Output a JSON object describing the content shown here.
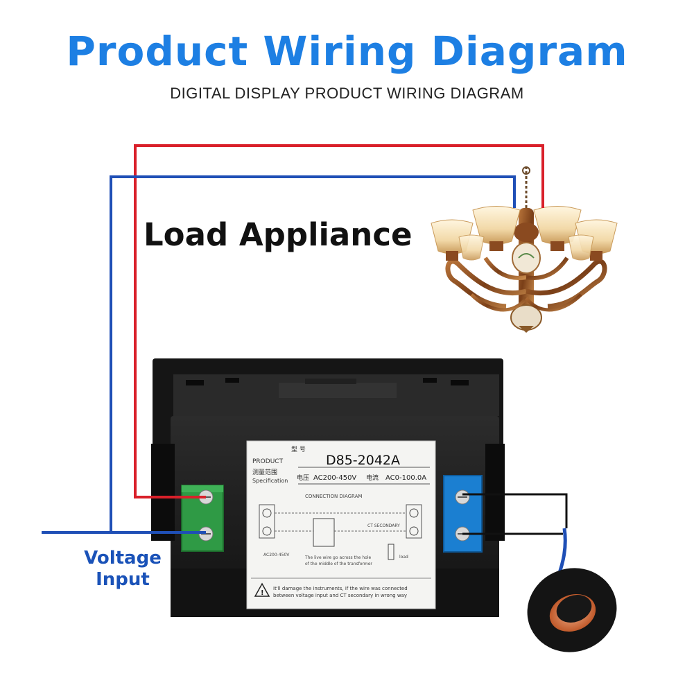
{
  "header": {
    "title": "Product Wiring Diagram",
    "subtitle": "DIGITAL DISPLAY PRODUCT WIRING DIAGRAM"
  },
  "labels": {
    "load_appliance": "Load Appliance",
    "voltage_input_line1": "Voltage",
    "voltage_input_line2": "Input"
  },
  "meter_sticker": {
    "model_cn": "型    号",
    "product_label": "PRODUCT",
    "model": "D85-2042A",
    "spec_cn": "测量范围",
    "spec_label": "Specification",
    "voltage_cn": "电压",
    "voltage_range": "AC200-450V",
    "current_cn": "电流",
    "current_range": "AC0-100.0A",
    "connection_diagram": "CONNECTION DIAGRAM",
    "ct_secondary": "CT SECONDARY",
    "input_voltage": "AC200-450V",
    "load": "load",
    "note_line1": "The live wire go across the hole",
    "note_line2": "of the middle of the transformer",
    "warning_line1": "It'll damage the instruments, if the wire was connected",
    "warning_line2": "between voltage input and CT secondary in wrong way"
  },
  "colors": {
    "title_blue": "#1d7fe3",
    "label_blue": "#1a52b8",
    "wire_red": "#d9202a",
    "wire_blue": "#1f4fb6",
    "wire_black": "#111111",
    "terminal_green": "#2f9a45",
    "terminal_blue": "#1b7fd1",
    "meter_body": "#1c1c1c"
  },
  "icons": [
    "chandelier-icon",
    "current-transformer-icon",
    "warning-icon",
    "screw-terminal-icon"
  ]
}
